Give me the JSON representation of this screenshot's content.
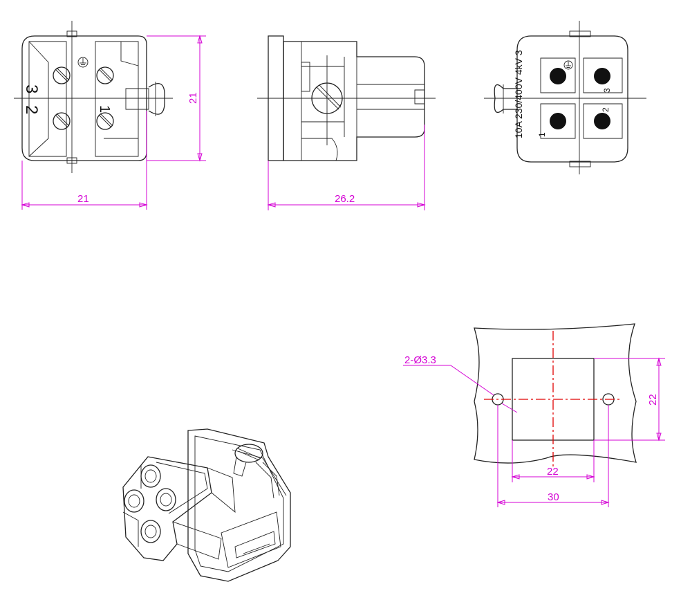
{
  "dimensions": {
    "front_width": "21",
    "front_height": "21",
    "side_length": "26.2",
    "cutout_width": "22",
    "cutout_height": "22",
    "hole_spacing": "30",
    "hole_spec": "2-Ø3.3"
  },
  "front_contacts": {
    "c1": "1",
    "c2": "2",
    "c3": "3"
  },
  "rear_contacts": {
    "c1": "1",
    "c2": "2",
    "c3": "3"
  },
  "rating_text": "10A 230/400V 4kV 3",
  "colors": {
    "dimension": "#d400d4",
    "centerline": "#e00000",
    "outline": "#222222"
  },
  "icons": [
    "ground-symbol-icon",
    "screw-slot-icon",
    "contact-pin-icon"
  ]
}
